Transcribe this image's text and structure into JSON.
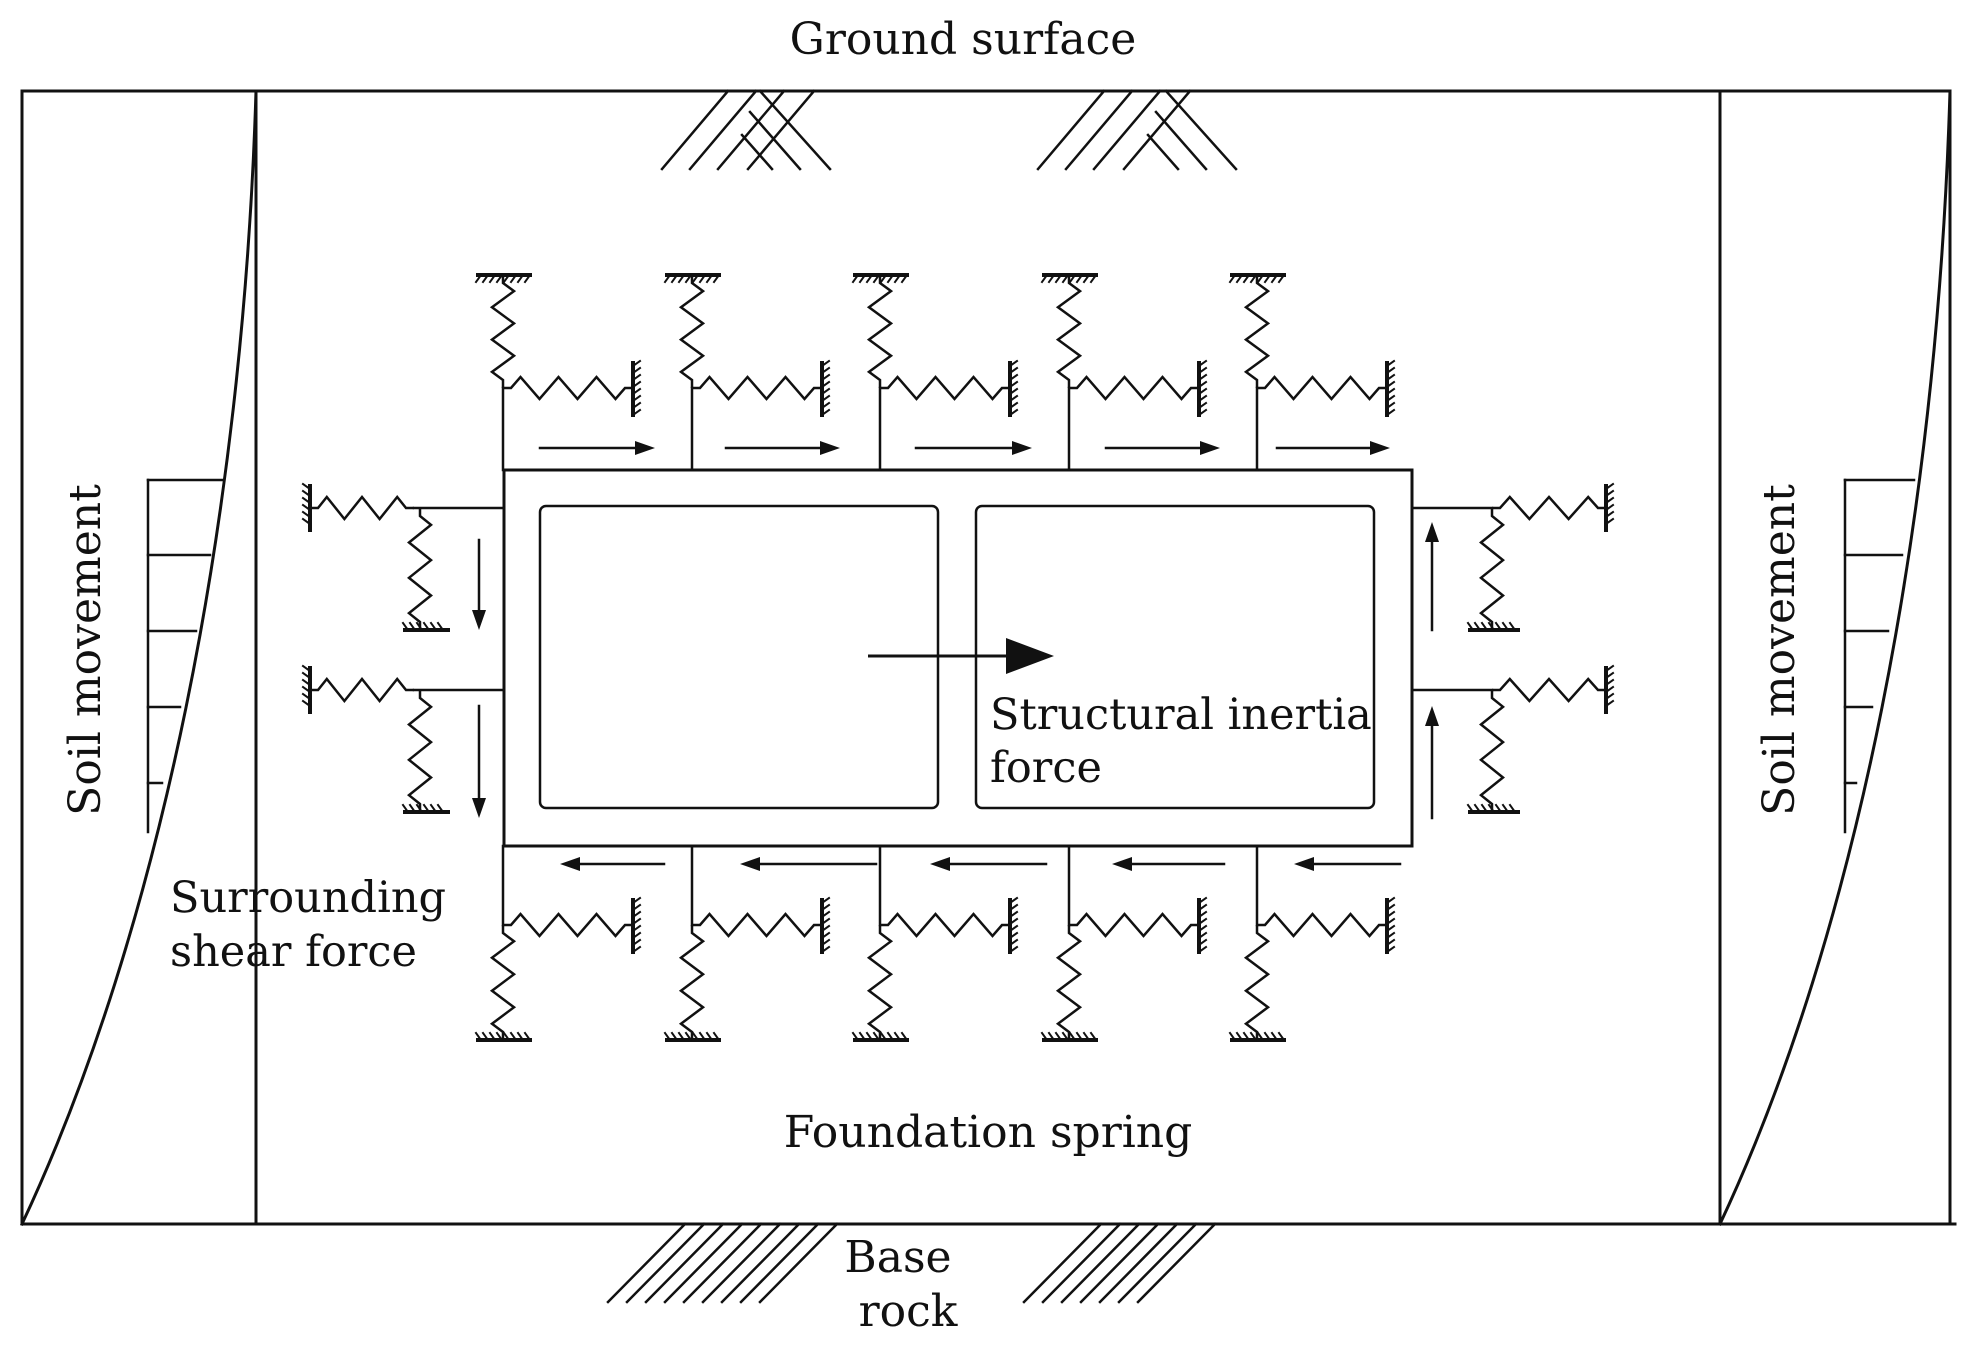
{
  "labels": {
    "ground_surface": "Ground surface",
    "base_rock_line1": "Base",
    "base_rock_line2": "rock",
    "soil_movement_left": "Soil movement",
    "soil_movement_right": "Soil movement",
    "surrounding_shear_line1": "Surrounding",
    "surrounding_shear_line2": "shear force",
    "structural_inertia_line1": "Structural inertia",
    "structural_inertia_line2": "force",
    "foundation_spring": "Foundation spring"
  },
  "colors": {
    "ink": "#111111",
    "background": "#ffffff"
  }
}
